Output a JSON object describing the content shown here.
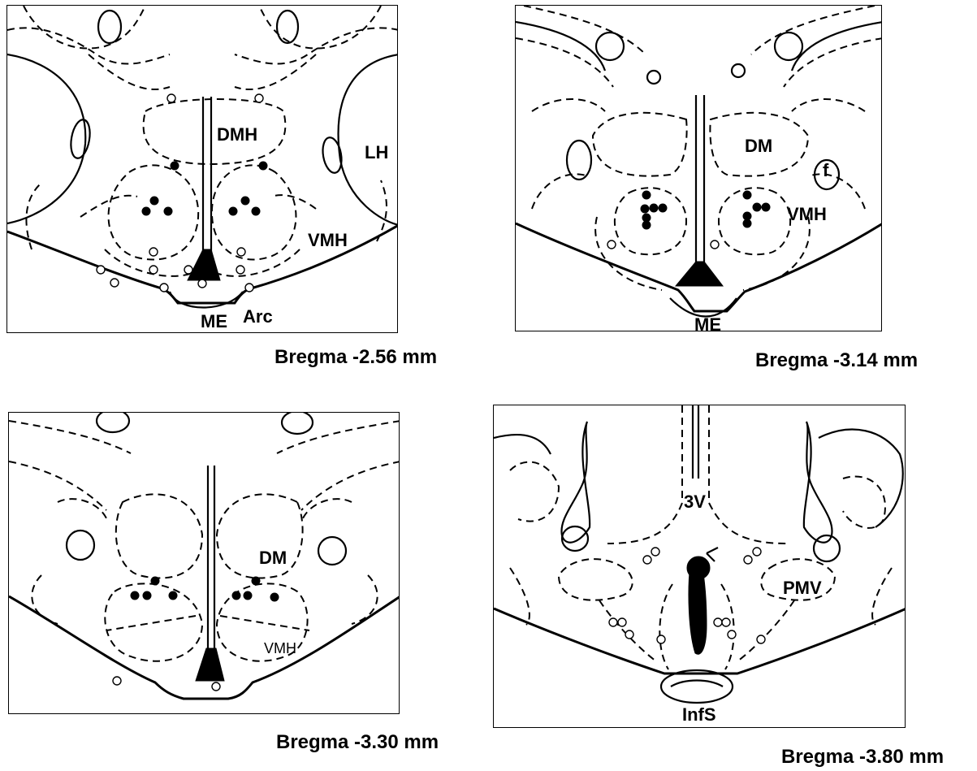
{
  "panels": [
    {
      "caption": "Bregma -2.56 mm",
      "labels": {
        "dmh": "DMH",
        "lh": "LH",
        "vmh": "VMH",
        "me": "ME",
        "arc": "Arc"
      }
    },
    {
      "caption": "Bregma -3.14 mm",
      "labels": {
        "dm": "DM",
        "f": "f",
        "vmh": "VMH",
        "me": "ME"
      }
    },
    {
      "caption": "Bregma -3.30 mm",
      "labels": {
        "dm": "DM",
        "vmh": "VMH"
      }
    },
    {
      "caption": "Bregma -3.80 mm",
      "labels": {
        "v3": "3V",
        "pmv": "PMV",
        "infs": "InfS"
      }
    }
  ],
  "colors": {
    "ink": "#000000",
    "background": "#ffffff"
  }
}
